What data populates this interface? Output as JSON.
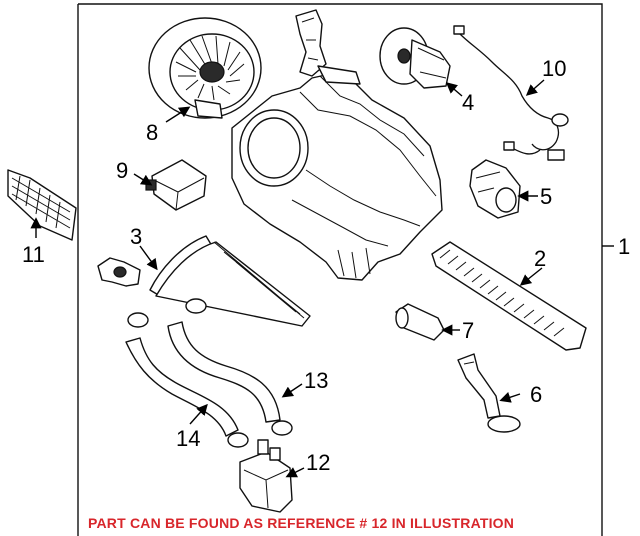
{
  "diagram": {
    "callouts": [
      {
        "id": "1",
        "label": "1"
      },
      {
        "id": "2",
        "label": "2"
      },
      {
        "id": "3",
        "label": "3"
      },
      {
        "id": "4",
        "label": "4"
      },
      {
        "id": "5",
        "label": "5"
      },
      {
        "id": "6",
        "label": "6"
      },
      {
        "id": "7",
        "label": "7"
      },
      {
        "id": "8",
        "label": "8"
      },
      {
        "id": "9",
        "label": "9"
      },
      {
        "id": "10",
        "label": "10"
      },
      {
        "id": "11",
        "label": "11"
      },
      {
        "id": "12",
        "label": "12"
      },
      {
        "id": "13",
        "label": "13"
      },
      {
        "id": "14",
        "label": "14"
      }
    ],
    "notice": "PART CAN BE FOUND AS REFERENCE # 12 IN ILLUSTRATION",
    "colors": {
      "notice": "#d8262b",
      "line": "#111111",
      "background": "#ffffff"
    }
  }
}
